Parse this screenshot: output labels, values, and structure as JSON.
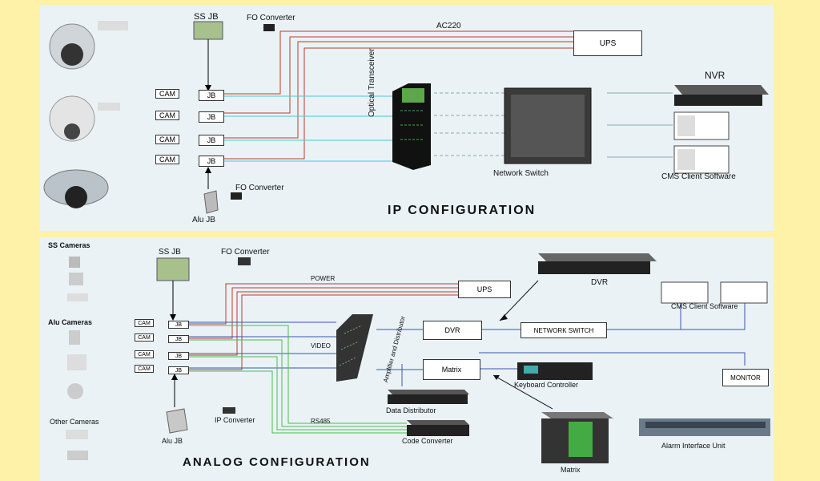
{
  "ip": {
    "title": "IP CONFIGURATION",
    "ss_jb": "SS JB",
    "fo_converter_top": "FO Converter",
    "fo_converter_bottom": "FO Converter",
    "ac220": "AC220",
    "ups": "UPS",
    "cam": "CAM",
    "jb": "JB",
    "optical_transceiver": "Optical Transceiver",
    "network_switch": "Network Switch",
    "nvr": "NVR",
    "cms_client": "CMS Client Software",
    "alu_jb": "Alu JB"
  },
  "analog": {
    "title": "ANALOG CONFIGURATION",
    "ss_cameras": "SS Cameras",
    "alu_cameras": "Alu Cameras",
    "other_cameras": "Other Cameras",
    "ss_jb": "SS JB",
    "fo_converter": "FO Converter",
    "power": "POWER",
    "ups": "UPS",
    "dvr_device": "DVR",
    "cms_client": "CMS Client Software",
    "cam": "CAM",
    "jb": "JB",
    "video": "VIDEO",
    "amp_dist": "Amplifier and Distributor",
    "dvr_box": "DVR",
    "network_switch": "NETWORK SWITCH",
    "matrix_box": "Matrix",
    "monitor": "MONITOR",
    "keyboard": "Keyboard Controller",
    "data_distributor": "Data Distributor",
    "rs485": "RS485",
    "code_converter": "Code Converter",
    "matrix_device": "Matrix",
    "alarm_unit": "Alarm Interface Unit",
    "ip_converter": "IP Converter",
    "alu_jb": "Alu JB"
  }
}
